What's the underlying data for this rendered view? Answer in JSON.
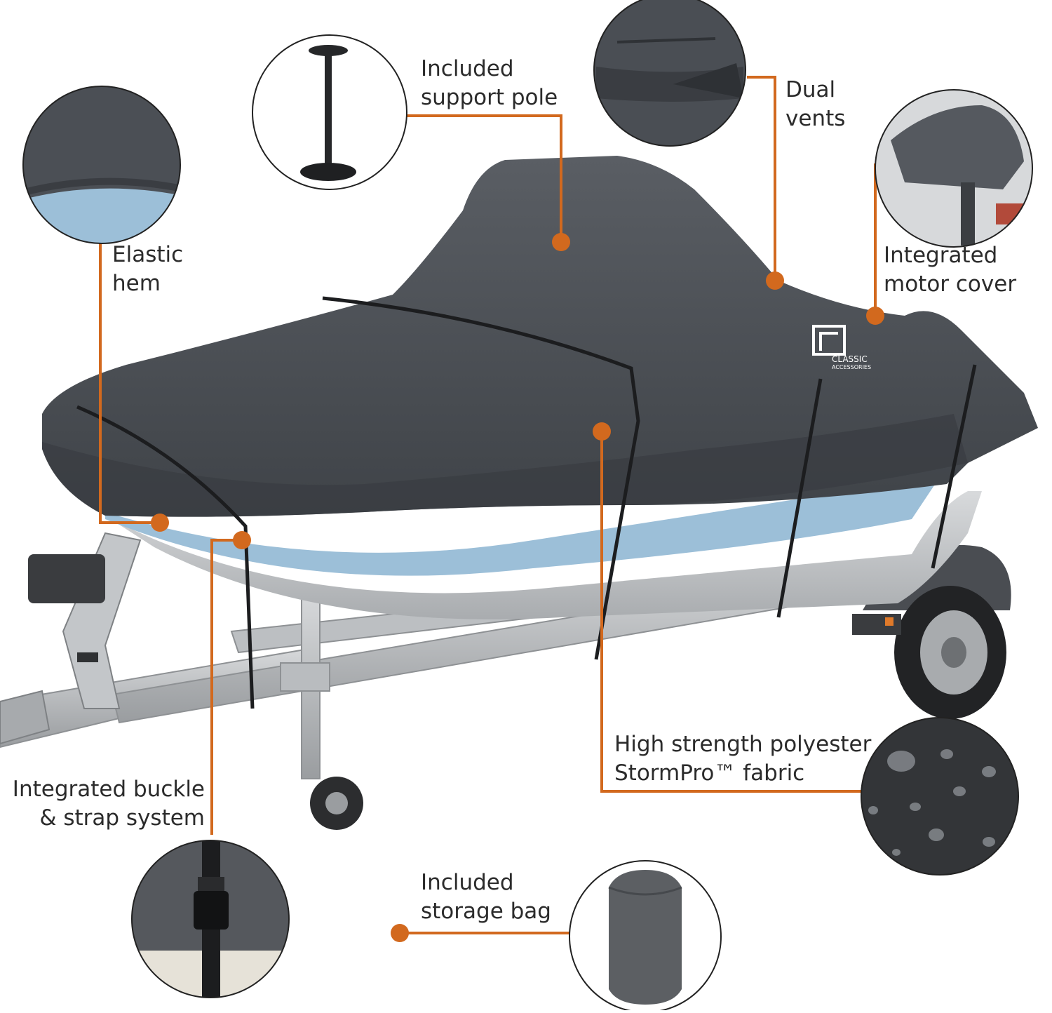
{
  "colors": {
    "accent": "#d2691e",
    "cover": "#4b4f55",
    "hull_stripe": "#9cbfd8",
    "hull": "#c9cbcd",
    "trailer": "#b5b8bb"
  },
  "logo": {
    "line1": "CLASSIC",
    "line2": "ACCESSORIES"
  },
  "callouts": {
    "support_pole": {
      "line1": "Included",
      "line2": "support pole",
      "icon": "support-pole-icon"
    },
    "dual_vents": {
      "line1": "Dual",
      "line2": "vents",
      "icon": "vent-icon"
    },
    "motor_cover": {
      "line1": "Integrated",
      "line2": "motor cover",
      "icon": "motor-cover-icon"
    },
    "elastic_hem": {
      "line1": "Elastic",
      "line2": "hem",
      "icon": "elastic-hem-icon"
    },
    "fabric": {
      "line1": "High strength polyester",
      "line2": "StormPro™ fabric",
      "icon": "fabric-swatch-icon"
    },
    "buckle": {
      "line1": "Integrated buckle",
      "line2": "& strap system",
      "icon": "buckle-icon"
    },
    "storage_bag": {
      "line1": "Included",
      "line2": "storage bag",
      "icon": "storage-bag-icon"
    }
  }
}
